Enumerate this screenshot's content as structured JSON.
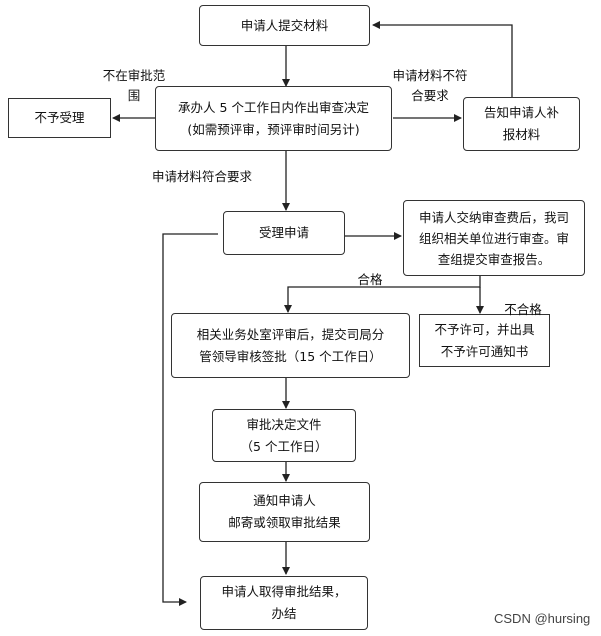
{
  "nodes": {
    "submit": "申请人提交材料",
    "not_accept": "不予受理",
    "decision": "承办人 5 个工作日内作出审查决定\n(如需预评审，预评审时间另计)",
    "notify_supplement": "告知申请人补\n报材料",
    "accept": "受理申请",
    "pay_review": "申请人交纳审查费后，我司\n组织相关单位进行审查。审\n查组提交审查报告。",
    "dept_review": "相关业务处室评审后，提交司局分\n管领导审核签批（15 个工作日）",
    "deny": "不予许可，并出具\n不予许可通知书",
    "approval_doc": "审批决定文件\n（5 个工作日）",
    "notify_mail": "通知申请人\n邮寄或领取审批结果",
    "finish": "申请人取得审批结果，\n办结"
  },
  "labels": {
    "out_of_scope": "不在审批范\n围",
    "not_compliant": "申请材料不符\n合要求",
    "compliant": "申请材料符合要求",
    "pass": "合格",
    "fail": "不合格"
  },
  "watermark": "CSDN @hursing"
}
